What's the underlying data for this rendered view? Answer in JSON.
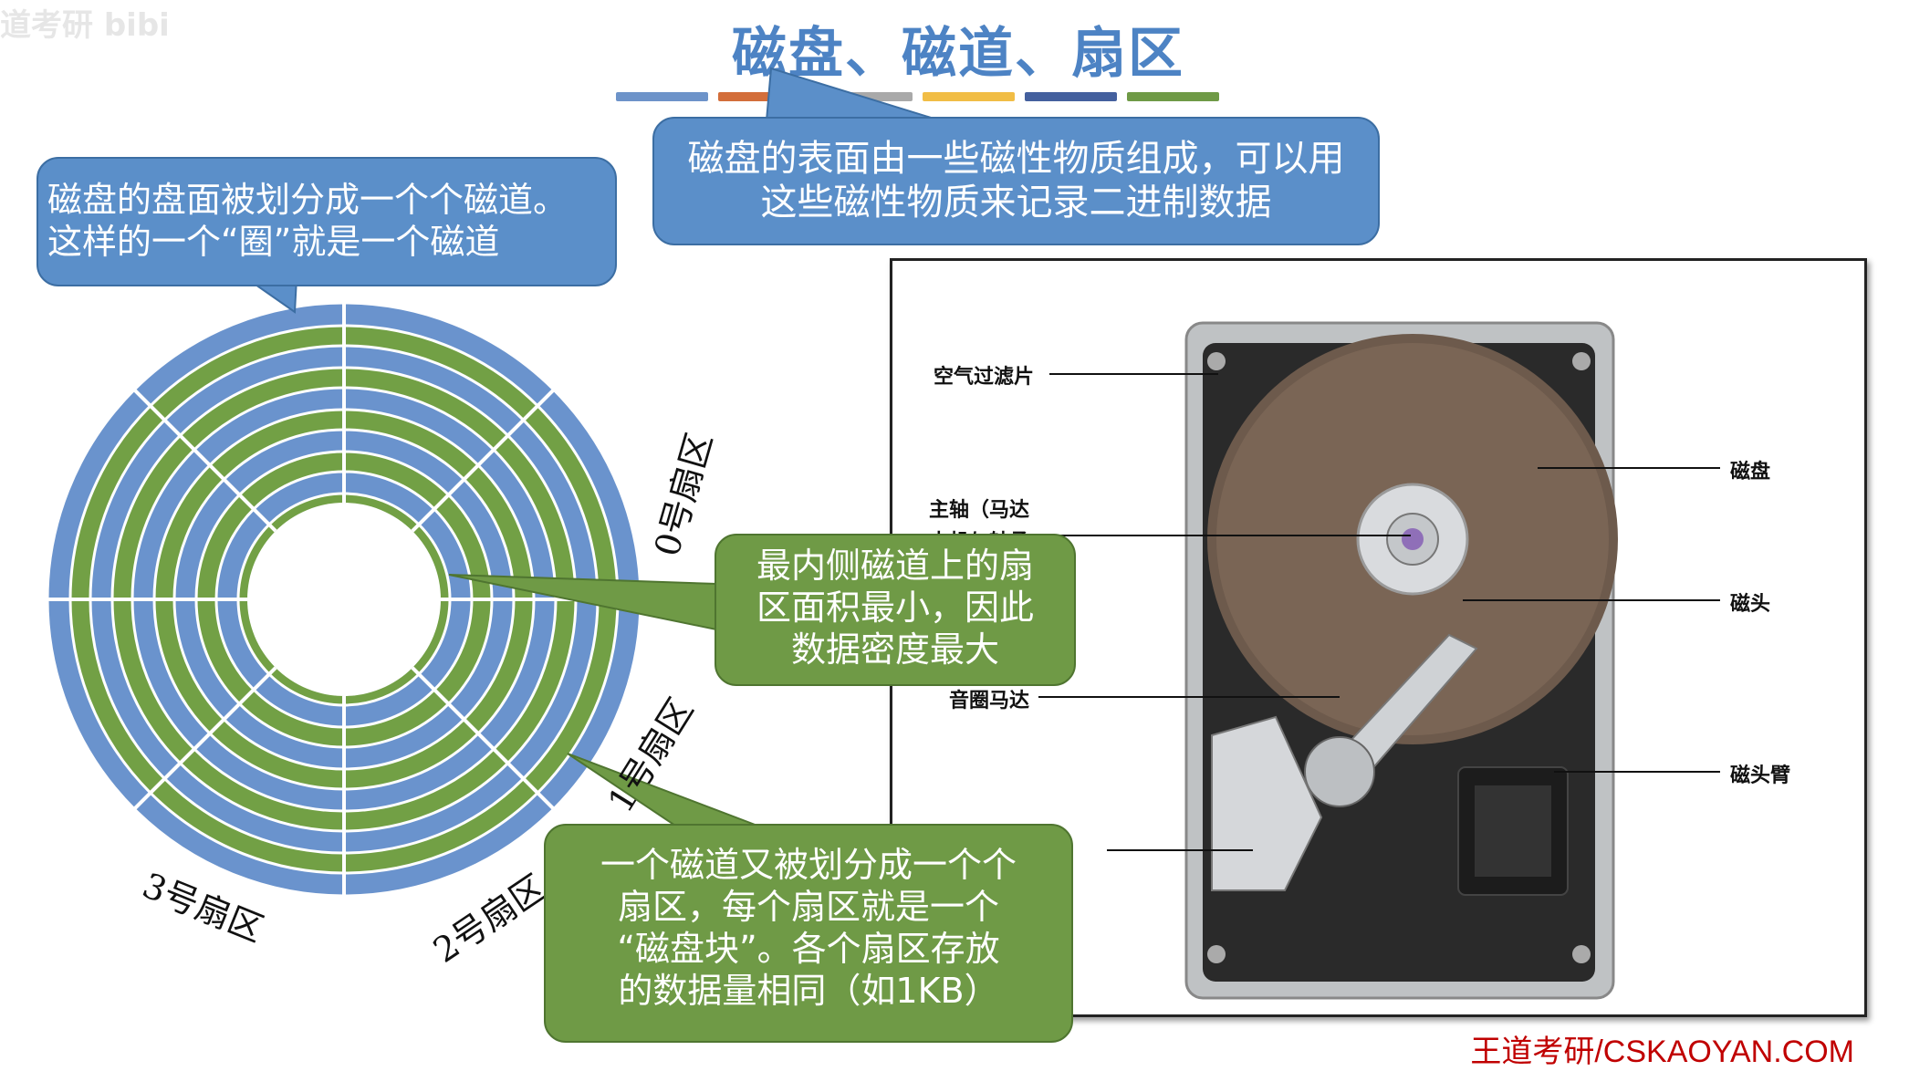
{
  "header": {
    "title": "磁盘、磁道、扇区",
    "corner_text": "道考研 bibi",
    "bar_colors": [
      "#6d93c9",
      "#d36e3a",
      "#a9a9a9",
      "#f1bd45",
      "#44609e",
      "#6f9a46"
    ]
  },
  "callouts": {
    "top": [
      "磁盘的表面由一些磁性物质组成，可以用",
      "这些磁性物质来记录二进制数据"
    ],
    "left": [
      "磁盘的盘面被划分成一个个磁道。",
      "这样的一个“圈”就是一个磁道"
    ],
    "middle": [
      "最内侧磁道上的扇",
      "区面积最小，因此",
      "数据密度最大"
    ],
    "bottom": [
      "一个磁道又被划分成一个个",
      "扇区，每个扇区就是一个",
      "“磁盘块”。各个扇区存放",
      "的数据量相同（如1KB）"
    ]
  },
  "disk": {
    "sector_labels": [
      "0号扇区",
      "1号扇区",
      "2号扇区",
      "3号扇区"
    ],
    "colors": {
      "blue": "#6a93cd",
      "green": "#72a045",
      "gap": "#ffffff"
    }
  },
  "hdd": {
    "labels": {
      "air_filter": "空气过滤片",
      "spindle_line1": "主轴（马达",
      "spindle_line2": "电机与轴承",
      "actuator": "音圈马达",
      "platter": "磁盘",
      "head": "磁头",
      "arm": "磁头臂"
    }
  },
  "footer": {
    "text": "王道考研/CSKAOYAN.COM"
  }
}
